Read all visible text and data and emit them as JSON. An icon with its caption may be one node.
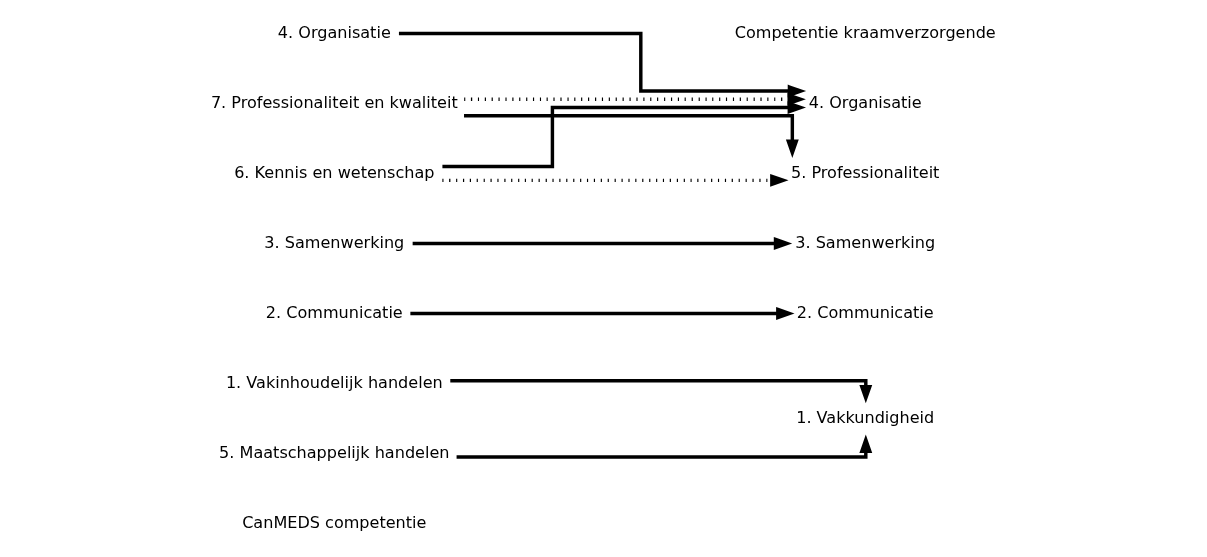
{
  "diagram": {
    "nodes": [
      {
        "text": [
          "1. Vakinhoudelijk handelen"
        ]
      },
      {
        "text": [
          "2. Communicatie"
        ]
      },
      {
        "text": [
          "3. Samenwerking"
        ]
      },
      {
        "text": [
          "4. Organisatie"
        ]
      },
      {
        "text": [
          "5. Maatschappelijk handelen"
        ]
      },
      {
        "text": [
          "6. Kennis en wetenschap"
        ]
      },
      {
        "text": [
          "7. Professionaliteit en kwaliteit"
        ]
      },
      {
        "text": [
          "1. Vakkundigheid"
        ]
      },
      {
        "text": [
          "2. Communicatie"
        ]
      },
      {
        "text": [
          "3. Samenwerking"
        ]
      },
      {
        "text": [
          "4. Organisatie"
        ]
      },
      {
        "text": [
          "5. Professionaliteit"
        ]
      }
    ],
    "edges": [
      {
        "from": 0,
        "to": 7,
        "arrow": "to"
      },
      {
        "from": 4,
        "to": 7,
        "arrow": "to"
      },
      {
        "from": 1,
        "to": 8,
        "arrow": "to"
      },
      {
        "from": 2,
        "to": 9,
        "arrow": "to"
      },
      {
        "from": 6,
        "to": 10,
        "arrow": "to",
        "style": "dashed"
      },
      {
        "from": 3,
        "to": 10,
        "arrow": "to"
      },
      {
        "from": 5,
        "to": 10,
        "arrow": "to"
      },
      {
        "from": 5,
        "to": 11,
        "arrow": "to",
        "style": "dashed"
      },
      {
        "from": 6,
        "to": 11,
        "arrow": "to"
      }
    ],
    "labels": [
      "CanMEDS competentie",
      "Competentie kraamverzorgende"
    ]
  }
}
